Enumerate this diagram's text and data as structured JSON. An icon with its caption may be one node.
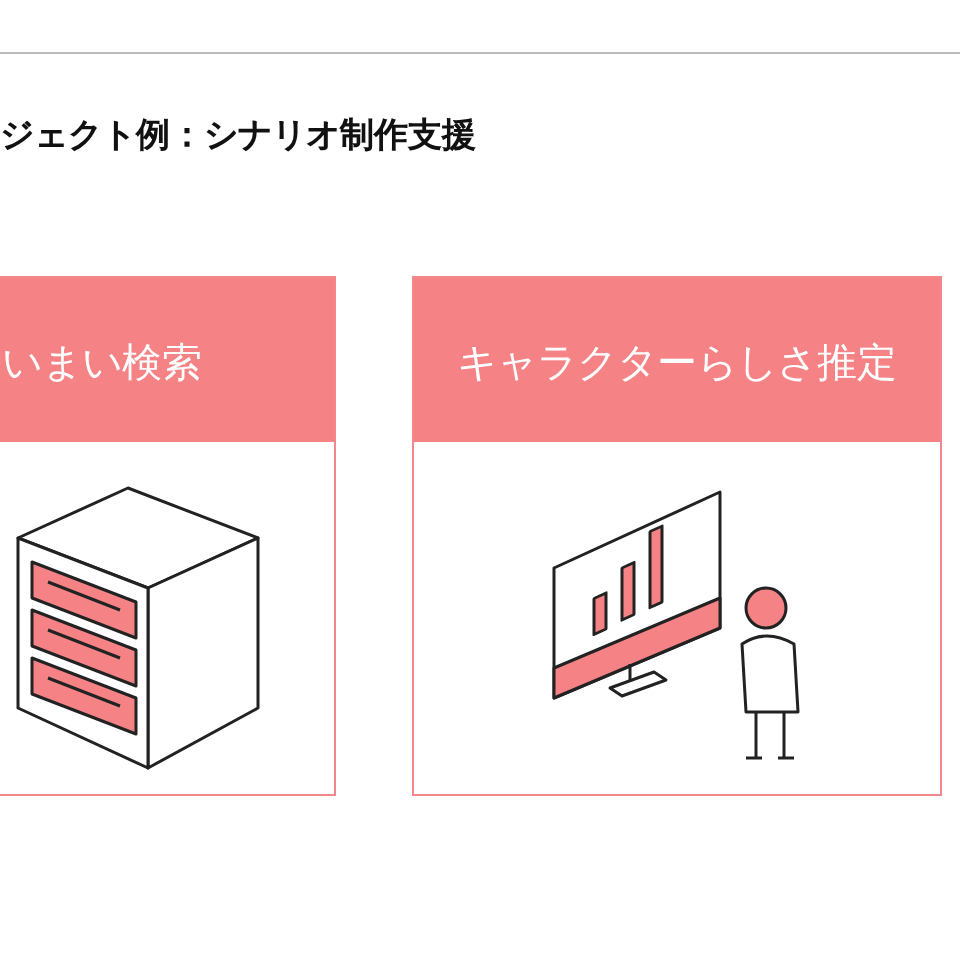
{
  "diagram": {
    "title": "ジェクト例：シナリオ制作支援",
    "nodes": [
      {
        "text": [
          "いまい検索"
        ]
      },
      {
        "text": [
          "キャラクターらしさ推定"
        ]
      }
    ]
  }
}
